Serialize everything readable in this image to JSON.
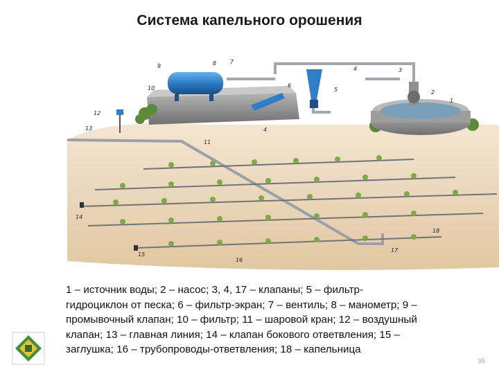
{
  "title": "Система капельного орошения",
  "caption_lines": [
    "1 – источник воды; 2 – насос; 3, 4, 17 – клапаны; 5 – фильтр-",
    "гидроциклон от песка; 6 – фильтр-экран; 7 – вентиль; 8 – манометр; 9 –",
    "промывочный клапан; 10 – фильтр; 11 – шаровой кран; 12 – воздушный",
    "клапан; 13 – главная линия; 14 – клапан бокового ответвления; 15 –",
    "заглушка; 16 – трубопроводы-ответвления; 18 – капельница"
  ],
  "diagram_labels": [
    "1",
    "2",
    "3",
    "4",
    "5",
    "6",
    "7",
    "8",
    "9",
    "10",
    "11",
    "12",
    "13",
    "4",
    "14",
    "15",
    "16",
    "17",
    "18"
  ],
  "page_number": "95",
  "colors": {
    "soil": "#e8d2b2",
    "pipe": "#9aa0a6",
    "tank": "#2f7fc8",
    "stone": "#8a8a8a",
    "plant": "#7fa84a"
  },
  "logo_icon": "institution-emblem-icon"
}
